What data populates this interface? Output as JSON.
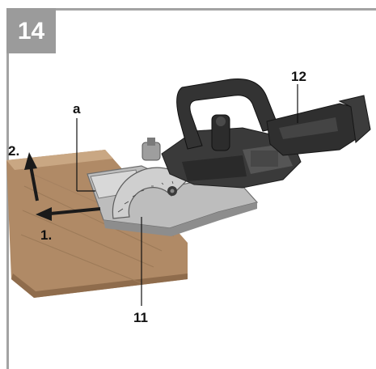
{
  "figure": {
    "number": "14"
  },
  "callouts": {
    "a": "a",
    "twelve": "12",
    "eleven": "11",
    "step1": "1.",
    "step2": "2."
  },
  "colors": {
    "frame": "#a3a3a3",
    "badge": "#9b9b9b",
    "arrow": "#1a1a1a",
    "wood": "#b59270",
    "tool_body": "#2f2f2f"
  }
}
